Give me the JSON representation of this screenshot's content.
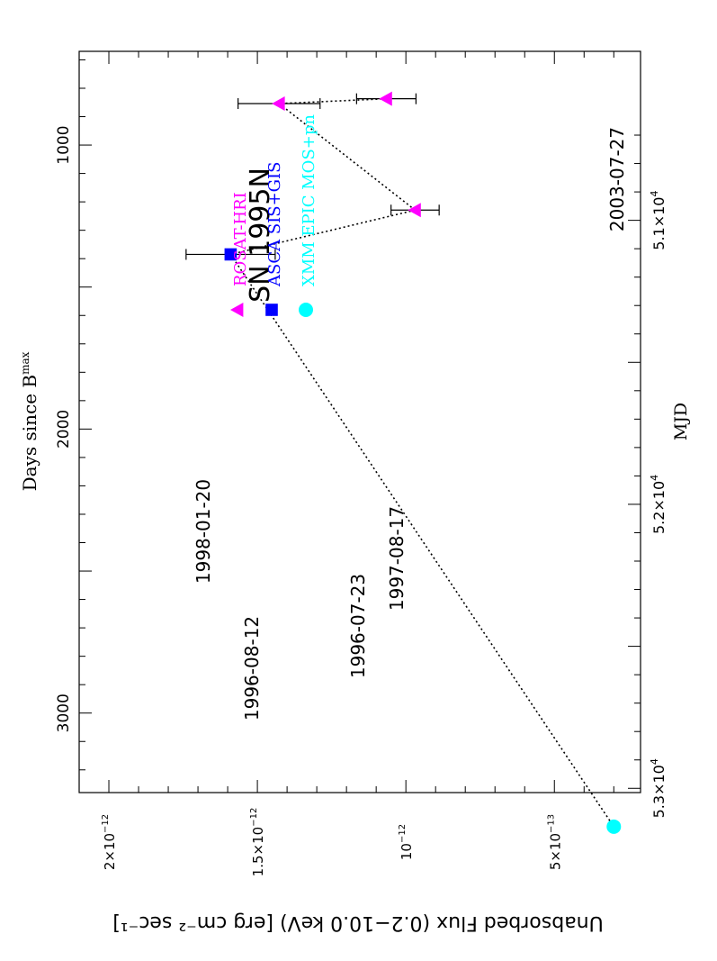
{
  "chart_data": {
    "type": "scatter",
    "orientation": "rotated-90-cw",
    "title": "SN 1995N",
    "top_axis_label": "Days since B",
    "top_axis_label_sup": "max",
    "bottom_axis_label": "MJD",
    "flux_axis_label": "Unabsorbed Flux (0.2−10.0 keV) [erg cm⁻² sec⁻¹]",
    "days_ticks": [
      {
        "value": 1000,
        "label": "1000"
      },
      {
        "value": 2000,
        "label": "2000"
      },
      {
        "value": 3000,
        "label": "3000"
      }
    ],
    "mjd_ticks": [
      {
        "value": 51000,
        "mantissa": "5.1×10",
        "exp": "4"
      },
      {
        "value": 52000,
        "mantissa": "5.2×10",
        "exp": "4"
      },
      {
        "value": 53000,
        "mantissa": "5.3×10",
        "exp": "4"
      }
    ],
    "flux_ticks": [
      {
        "value": 5e-13,
        "mantissa": "5×10",
        "exp": "−13"
      },
      {
        "value": 1e-12,
        "mantissa": "10",
        "exp": "−12"
      },
      {
        "value": 1.5e-12,
        "mantissa": "1.5×10",
        "exp": "−12"
      },
      {
        "value": 2e-12,
        "mantissa": "2×10",
        "exp": "−12"
      }
    ],
    "days_range": [
      670,
      3280
    ],
    "flux_range": [
      2.1e-13,
      2.1e-12
    ],
    "series": [
      {
        "name": "ROSAT-HRI",
        "marker": "triangle",
        "color": "#ff00ff",
        "points": [
          {
            "days": 837,
            "flux": 1.066e-12,
            "err": 1e-13,
            "date": "1996-07-23"
          },
          {
            "days": 854,
            "flux": 1.427e-12,
            "err": 1.38e-13,
            "date": "1996-08-12"
          },
          {
            "days": 1229,
            "flux": 9.69e-13,
            "err": 8.1e-14,
            "date": "1997-08-17"
          }
        ]
      },
      {
        "name": "ASCA SIS+GIS",
        "marker": "square",
        "color": "#0000ff",
        "points": [
          {
            "days": 1385,
            "flux": 1.59e-12,
            "err": 1.5e-13,
            "date": "1998-01-20"
          }
        ]
      },
      {
        "name": "XMM EPIC MOS+pn",
        "marker": "circle",
        "color": "#00ffff",
        "points": [
          {
            "days": 3400,
            "flux": 3e-13,
            "err": 0,
            "date": "2003-07-27"
          }
        ]
      }
    ],
    "connections": [
      [
        "1996-07-23",
        "1996-08-12"
      ],
      [
        "1996-08-12",
        "1997-08-17"
      ],
      [
        "1997-08-17",
        "1998-01-20"
      ],
      [
        "1998-01-20",
        "2003-07-27"
      ]
    ],
    "grid": false,
    "legend_placement": "upper-right"
  }
}
